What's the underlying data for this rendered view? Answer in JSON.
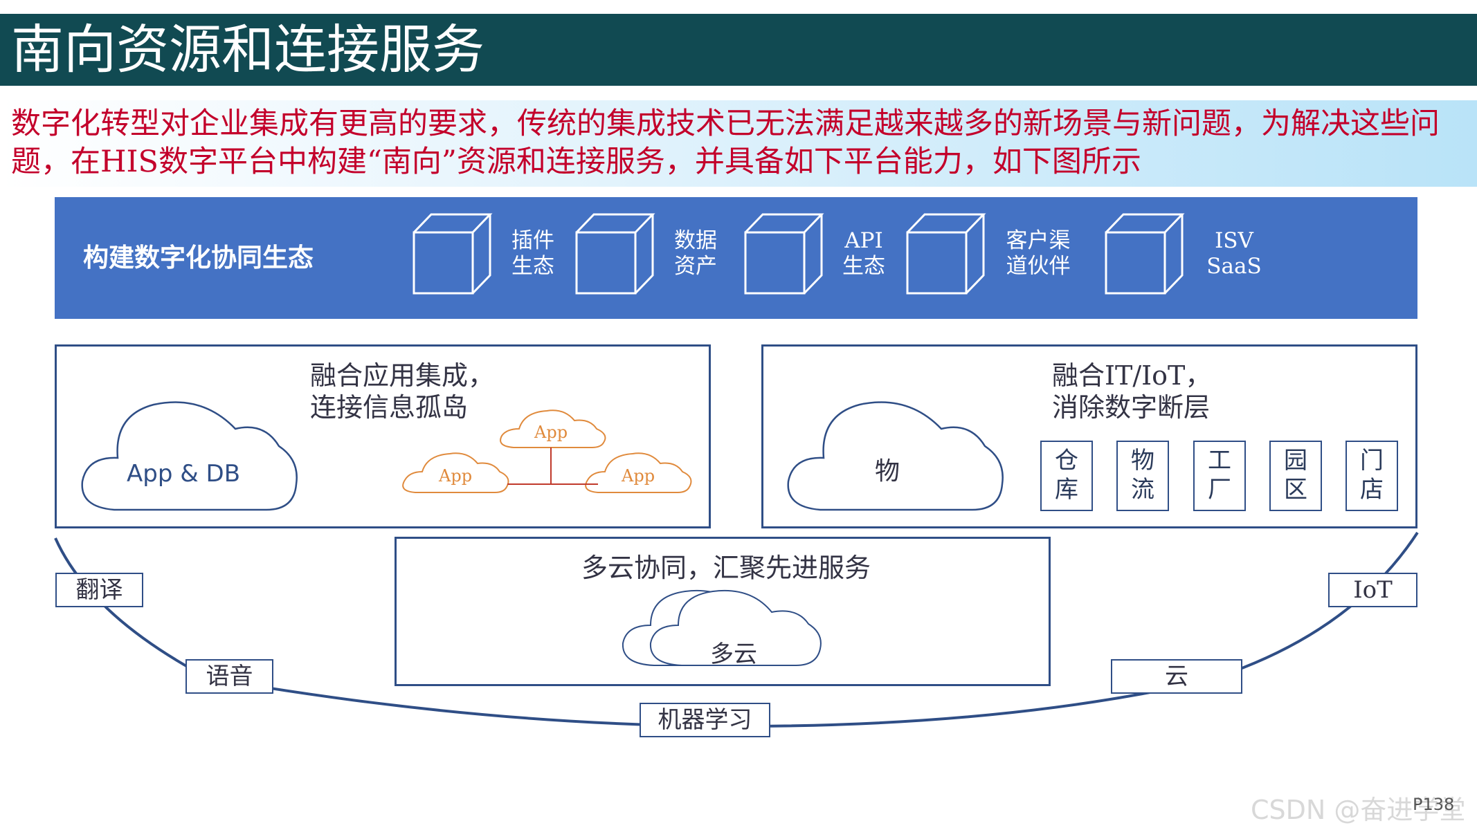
{
  "title": "南向资源和连接服务",
  "intro": "数字化转型对企业集成有更高的要求，传统的集成技术已无法满足越来越多的新场景与新问题，为解决这些问题，在HIS数字平台中构建“南向”资源和连接服务，并具备如下平台能力，如下图所示",
  "ecosystem": {
    "title": "构建数字化协同生态",
    "items": [
      "插件\n生态",
      "数据\n资产",
      "API\n生态",
      "客户渠\n道伙伴",
      "ISV\nSaaS"
    ]
  },
  "app_integration": {
    "caption": "融合应用集成，\n连接信息孤岛",
    "cloud_label": "App & DB",
    "app_clouds": [
      "App",
      "App",
      "App"
    ]
  },
  "it_iot": {
    "caption": "融合IT/IoT，\n消除数字断层",
    "cloud_label": "物",
    "places": [
      "仓\n库",
      "物\n流",
      "工\n厂",
      "园\n区",
      "门\n店"
    ]
  },
  "multicloud": {
    "caption": "多云协同，汇聚先进服务",
    "cloud_label": "多云"
  },
  "ring_labels": {
    "translate": "翻译",
    "speech": "语音",
    "ml": "机器学习",
    "cloud": "云",
    "iot": "IoT"
  },
  "watermark": "CSDN @奋进学堂",
  "page_number": "P138",
  "colors": {
    "title_bar": "#114a52",
    "intro_text": "#c3002b",
    "eco_panel": "#4472c4",
    "frame_border": "#2f4e86",
    "app_cloud": "#e08a3c"
  }
}
